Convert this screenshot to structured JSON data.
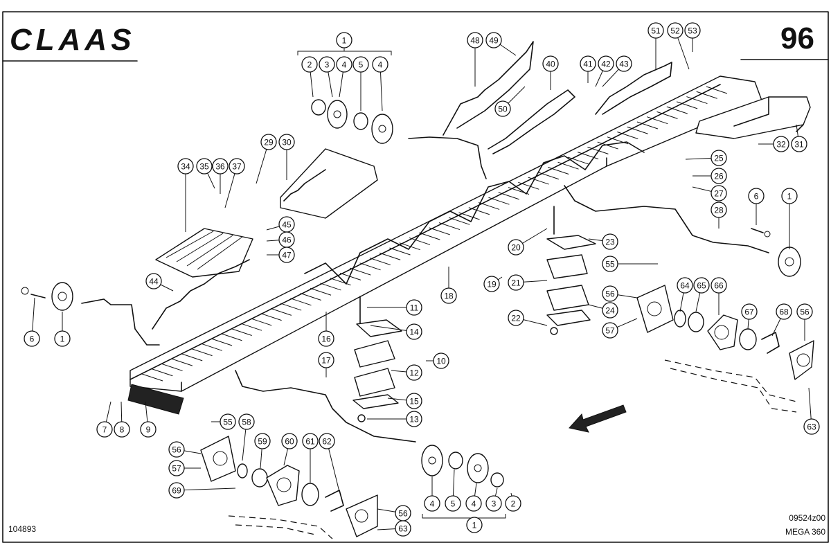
{
  "header": {
    "brand": "CLAAS",
    "page_number": "96"
  },
  "footer": {
    "drawing_number": "104893",
    "figure_code": "09524z00",
    "model": "MEGA 360"
  },
  "callouts": [
    {
      "id": "c1a",
      "label": "1"
    },
    {
      "id": "c2a",
      "label": "2"
    },
    {
      "id": "c3a",
      "label": "3"
    },
    {
      "id": "c4a",
      "label": "4"
    },
    {
      "id": "c5a",
      "label": "5"
    },
    {
      "id": "c4b",
      "label": "4"
    },
    {
      "id": "c48",
      "label": "48"
    },
    {
      "id": "c49",
      "label": "49"
    },
    {
      "id": "c50",
      "label": "50"
    },
    {
      "id": "c40",
      "label": "40"
    },
    {
      "id": "c41",
      "label": "41"
    },
    {
      "id": "c42",
      "label": "42"
    },
    {
      "id": "c43",
      "label": "43"
    },
    {
      "id": "c51",
      "label": "51"
    },
    {
      "id": "c52",
      "label": "52"
    },
    {
      "id": "c53",
      "label": "53"
    },
    {
      "id": "c29",
      "label": "29"
    },
    {
      "id": "c30",
      "label": "30"
    },
    {
      "id": "c34",
      "label": "34"
    },
    {
      "id": "c35",
      "label": "35"
    },
    {
      "id": "c36",
      "label": "36"
    },
    {
      "id": "c37",
      "label": "37"
    },
    {
      "id": "c45",
      "label": "45"
    },
    {
      "id": "c46",
      "label": "46"
    },
    {
      "id": "c47",
      "label": "47"
    },
    {
      "id": "c44",
      "label": "44"
    },
    {
      "id": "c6a",
      "label": "6"
    },
    {
      "id": "c1b",
      "label": "1"
    },
    {
      "id": "c7",
      "label": "7"
    },
    {
      "id": "c8",
      "label": "8"
    },
    {
      "id": "c9",
      "label": "9"
    },
    {
      "id": "c16",
      "label": "16"
    },
    {
      "id": "c17",
      "label": "17"
    },
    {
      "id": "c18",
      "label": "18"
    },
    {
      "id": "c11",
      "label": "11"
    },
    {
      "id": "c14",
      "label": "14"
    },
    {
      "id": "c12",
      "label": "12"
    },
    {
      "id": "c15",
      "label": "15"
    },
    {
      "id": "c13",
      "label": "13"
    },
    {
      "id": "c10",
      "label": "10"
    },
    {
      "id": "c25",
      "label": "25"
    },
    {
      "id": "c26",
      "label": "26"
    },
    {
      "id": "c27",
      "label": "27"
    },
    {
      "id": "c28",
      "label": "28"
    },
    {
      "id": "c32",
      "label": "32"
    },
    {
      "id": "c31",
      "label": "31"
    },
    {
      "id": "c6b",
      "label": "6"
    },
    {
      "id": "c1c",
      "label": "1"
    },
    {
      "id": "c20",
      "label": "20"
    },
    {
      "id": "c23",
      "label": "23"
    },
    {
      "id": "c19",
      "label": "19"
    },
    {
      "id": "c21",
      "label": "21"
    },
    {
      "id": "c24",
      "label": "24"
    },
    {
      "id": "c22",
      "label": "22"
    },
    {
      "id": "c55a",
      "label": "55"
    },
    {
      "id": "c56a",
      "label": "56"
    },
    {
      "id": "c57a",
      "label": "57"
    },
    {
      "id": "c64",
      "label": "64"
    },
    {
      "id": "c65",
      "label": "65"
    },
    {
      "id": "c66",
      "label": "66"
    },
    {
      "id": "c67",
      "label": "67"
    },
    {
      "id": "c68",
      "label": "68"
    },
    {
      "id": "c56b",
      "label": "56"
    },
    {
      "id": "c63a",
      "label": "63"
    },
    {
      "id": "c55b",
      "label": "55"
    },
    {
      "id": "c58",
      "label": "58"
    },
    {
      "id": "c56c",
      "label": "56"
    },
    {
      "id": "c57b",
      "label": "57"
    },
    {
      "id": "c69",
      "label": "69"
    },
    {
      "id": "c59",
      "label": "59"
    },
    {
      "id": "c60",
      "label": "60"
    },
    {
      "id": "c61",
      "label": "61"
    },
    {
      "id": "c62",
      "label": "62"
    },
    {
      "id": "c56d",
      "label": "56"
    },
    {
      "id": "c63b",
      "label": "63"
    },
    {
      "id": "c4c",
      "label": "4"
    },
    {
      "id": "c5b",
      "label": "5"
    },
    {
      "id": "c4d",
      "label": "4"
    },
    {
      "id": "c3b",
      "label": "3"
    },
    {
      "id": "c2b",
      "label": "2"
    },
    {
      "id": "c1d",
      "label": "1"
    }
  ]
}
